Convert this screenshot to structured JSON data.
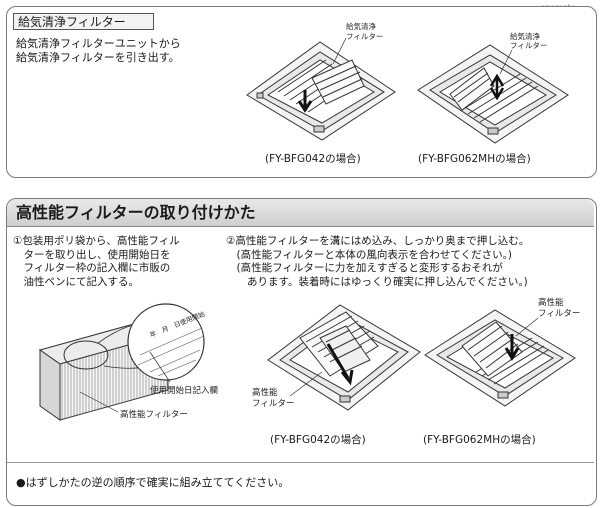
{
  "watermark": "enomoto",
  "supply_filter": {
    "title": "給気清浄フィルター",
    "description_lines": [
      "給気清浄フィルターユニットから",
      "給気清浄フィルターを引き出す。"
    ],
    "diagram_a": {
      "callout": [
        "給気清浄",
        "フィルター"
      ],
      "caption": "(FY-BFG042の場合)"
    },
    "diagram_b": {
      "callout": [
        "給気清浄",
        "フィルター"
      ],
      "caption": "(FY-BFG062MHの場合)"
    }
  },
  "hepa_install": {
    "title": "高性能フィルターの取り付けかた",
    "step1": "①包装用ポリ袋から、高性能フィル\n　ターを取り出し、使用開始日を\n　フィルター枠の記入欄に市販の\n　油性ペンにて記入する。",
    "step2": "②高性能フィルターを溝にはめ込み、しっかり奥まで押し込む。\n　(高性能フィルターと本体の風向表示を合わせてください。)\n　(高性能フィルターに力を加えすぎると変形するおそれが\n　　あります。装着時にはゆっくり確実に押し込んでください。)",
    "filter_image": {
      "label_start_date": "使用開始日記入欄",
      "label_filter": "高性能フィルター",
      "tag_text": "年　月　日使用開始"
    },
    "diagram_a": {
      "callout": [
        "高性能",
        "フィルター"
      ],
      "caption": "(FY-BFG042の場合)"
    },
    "diagram_b": {
      "callout": [
        "高性能",
        "フィルター"
      ],
      "caption": "(FY-BFG062MHの場合)"
    },
    "note": "●はずしかたの逆の順序で確実に組み立ててください。"
  }
}
